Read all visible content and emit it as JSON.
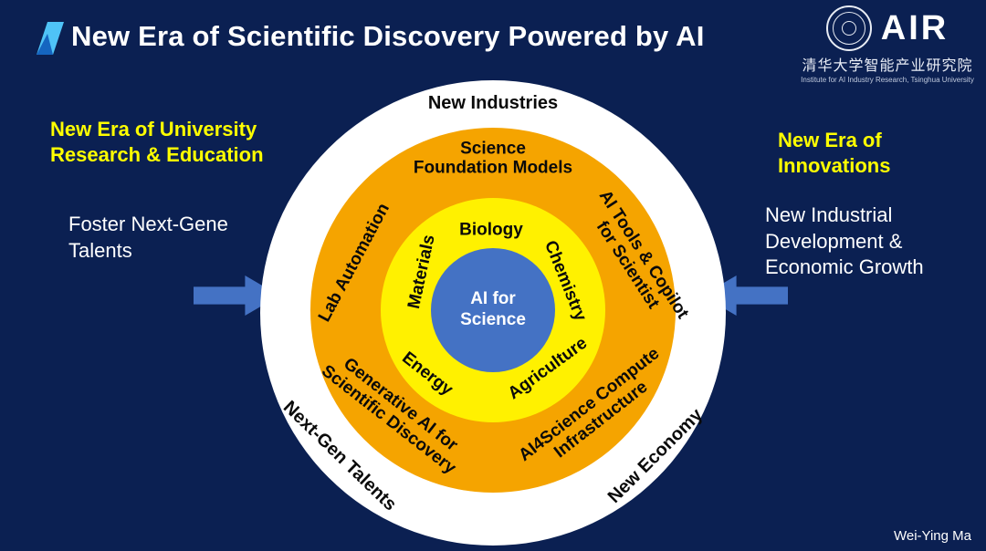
{
  "header": {
    "title": "New Era of Scientific Discovery Powered by AI",
    "logo": {
      "air": "AIR",
      "institute_cn": "清华大学智能产业研究院",
      "institute_en": "Institute for AI Industry Research,  Tsinghua University"
    }
  },
  "left_panel": {
    "heading": "New Era of University\nResearch & Education",
    "body": "Foster Next-Gene\nTalents"
  },
  "right_panel": {
    "heading": "New Era of\nInnovations",
    "body": "New Industrial\nDevelopment &\nEconomic Growth"
  },
  "diagram": {
    "center": "AI for\nScience",
    "inner_ring": {
      "top": "Biology",
      "left": "Materials",
      "right": "Chemistry",
      "bottom_left": "Energy",
      "bottom_right": "Agriculture"
    },
    "middle_ring": {
      "top": "Science\nFoundation Models",
      "left": "Lab Automation",
      "right": "AI Tools & Copilot\nfor Scientist",
      "bottom_left": "Generative AI for\nScientific Discovery",
      "bottom_right": "AI4Science Compute\nInfrastructure"
    },
    "outer_ring": {
      "top": "New Industries",
      "bottom_left": "Next-Gen Talents",
      "bottom_right": "New Economy"
    }
  },
  "footer": {
    "author": "Wei-Ying Ma"
  },
  "colors": {
    "background": "#0B2052",
    "ring_white": "#FFFFFF",
    "ring_orange": "#F5A400",
    "ring_yellow": "#FFF100",
    "center_blue": "#4472C4",
    "arrow_blue": "#4472C4",
    "accent_yellow": "#FFFF00"
  }
}
